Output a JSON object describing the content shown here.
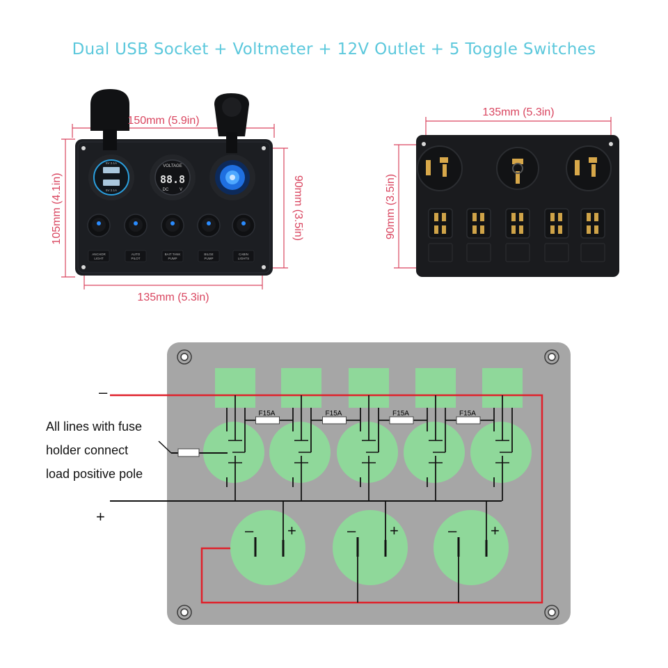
{
  "title": "Dual USB Socket + Voltmeter + 12V Outlet + 5 Toggle Switches",
  "front_panel": {
    "width_top": "150mm (5.9in)",
    "width_bottom": "135mm (5.3in)",
    "height_left": "105mm (4.1in)",
    "height_right": "90mm (3.5in)",
    "voltmeter": {
      "header": "VOLTAGE",
      "reading": "88.8",
      "dc": "DC",
      "unit": "V"
    },
    "usb": {
      "top": "5V 2.1A",
      "bottom": "5V 2.1A"
    },
    "switch_labels": [
      [
        "ANCHOR",
        "LIGHT"
      ],
      [
        "AUTO",
        "PILOT"
      ],
      [
        "BAIT TANK",
        "PUMP"
      ],
      [
        "BILGE",
        "PUMP"
      ],
      [
        "CABIN",
        "LIGHTS"
      ]
    ]
  },
  "back_panel": {
    "width_top": "135mm (5.3in)",
    "height_left": "90mm (3.5in)"
  },
  "wiring": {
    "negative_sign": "–",
    "positive_sign": "+",
    "fuse_labels": [
      "F15A",
      "F15A",
      "F15A",
      "F15A"
    ],
    "note_lines": [
      "All lines with fuse",
      "holder connect",
      "load positive pole"
    ],
    "socket_minus": "–",
    "socket_plus": "+"
  },
  "colors": {
    "title": "#5cc8dc",
    "dimension": "#d9455f",
    "panel_grey": "#a6a6a6",
    "terminal_green": "#8fd89a",
    "wire_red": "#e0202a",
    "led_blue": "#2a8cff"
  }
}
